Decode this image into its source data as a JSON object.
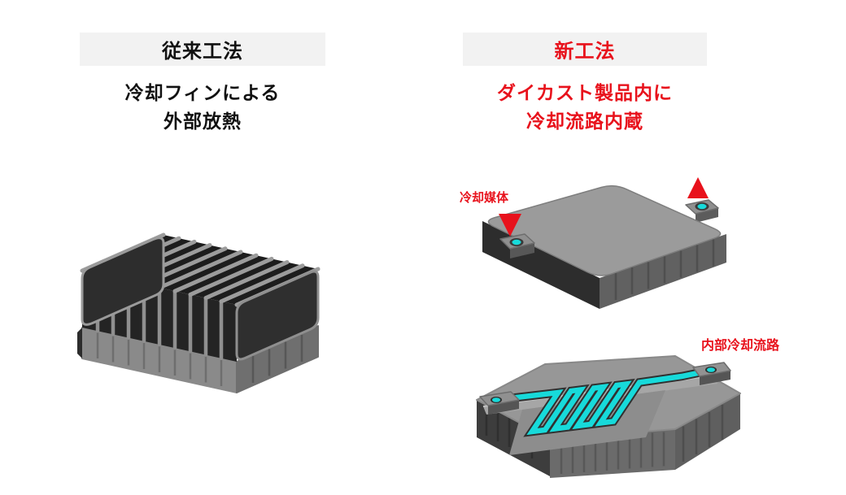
{
  "colors": {
    "accent_red": "#e8121c",
    "band_background": "#f2f2f2",
    "text_black": "#111111",
    "coolant_cyan": "#17dada"
  },
  "left_panel": {
    "header_label": "従来工法",
    "subtitle_line1": "冷却フィンによる",
    "subtitle_line2": "外部放熱"
  },
  "right_panel": {
    "header_label": "新工法",
    "subtitle_line1": "ダイカスト製品内に",
    "subtitle_line2": "冷却流路内蔵",
    "coolant_label": "冷却媒体",
    "channel_label": "内部冷却流路",
    "icons": {
      "inlet": "red-down-triangle",
      "outlet": "red-up-triangle"
    }
  }
}
